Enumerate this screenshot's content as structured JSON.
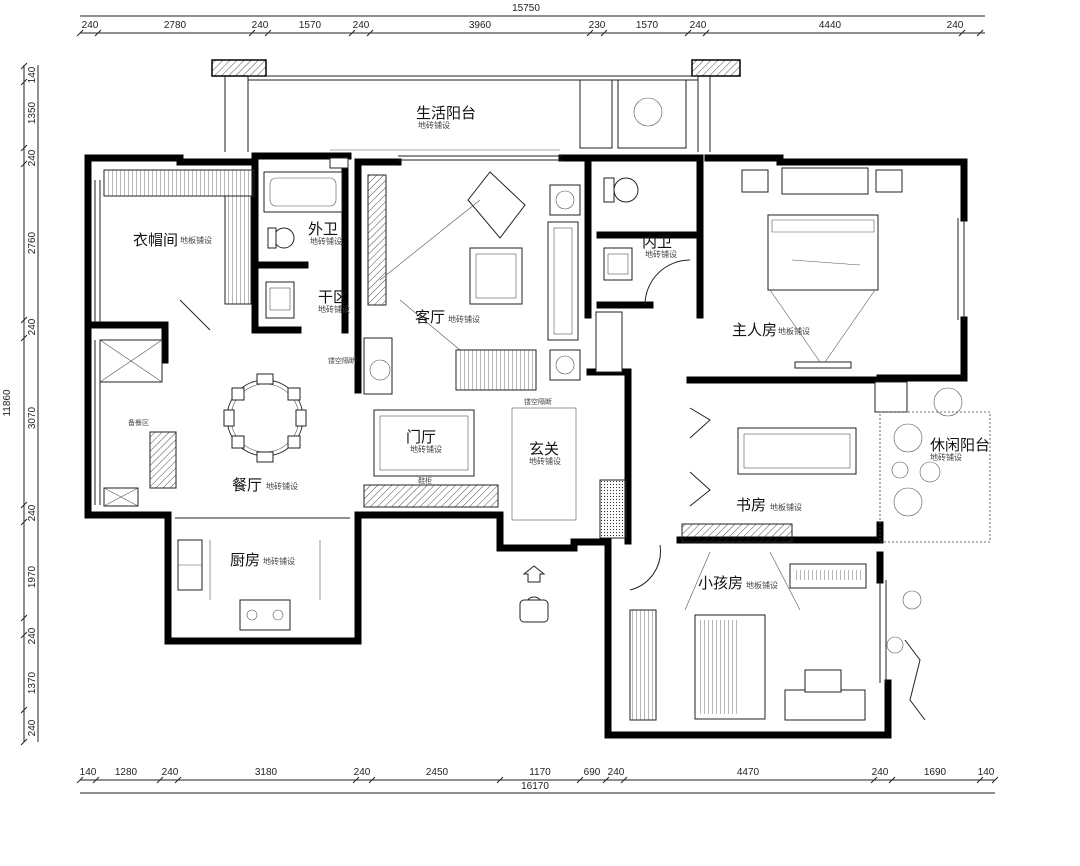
{
  "dimensions": {
    "top_total": "15750",
    "top": [
      "240",
      "2780",
      "240",
      "1570",
      "240",
      "3960",
      "230",
      "1570",
      "240",
      "4440",
      "240"
    ],
    "bottom_total": "16170",
    "bottom": [
      "140",
      "1280",
      "240",
      "3180",
      "240",
      "2450",
      "1170",
      "690",
      "240",
      "4470",
      "240",
      "1690",
      "140"
    ],
    "left_total": "11860",
    "left": [
      "140",
      "1350",
      "240",
      "2760",
      "240",
      "3070",
      "240",
      "1970",
      "240",
      "1370",
      "240"
    ]
  },
  "rooms": {
    "life_balcony": "生活阳台",
    "life_balcony_sub": "地砖铺设",
    "cloakroom": "衣帽间",
    "cloakroom_sub": "地板铺设",
    "outer_bath": "外卫",
    "outer_bath_sub": "地砖铺设",
    "dry_zone": "干区",
    "dry_zone_sub": "地砖铺设",
    "living_room": "客厅",
    "living_room_sub": "地砖铺设",
    "inner_bath": "内卫",
    "inner_bath_sub": "地砖铺设",
    "master_bedroom": "主人房",
    "master_bedroom_sub": "地板铺设",
    "foyer": "门厅",
    "foyer_sub": "地砖铺设",
    "entry": "玄关",
    "entry_sub": "地砖铺设",
    "dining": "餐厅",
    "dining_sub": "地砖铺设",
    "sideboard": "备餐区",
    "study": "书房",
    "study_sub": "地板铺设",
    "leisure_balcony": "休闲阳台",
    "leisure_balcony_sub": "地砖铺设",
    "kitchen": "厨房",
    "kitchen_sub": "地砖铺设",
    "child_room": "小孩房",
    "child_room_sub": "地板铺设"
  },
  "notes": {
    "glass_partition": "镂空隔断",
    "tv_partition": "镂空隔断",
    "shoe_cabinet": "鞋柜"
  }
}
